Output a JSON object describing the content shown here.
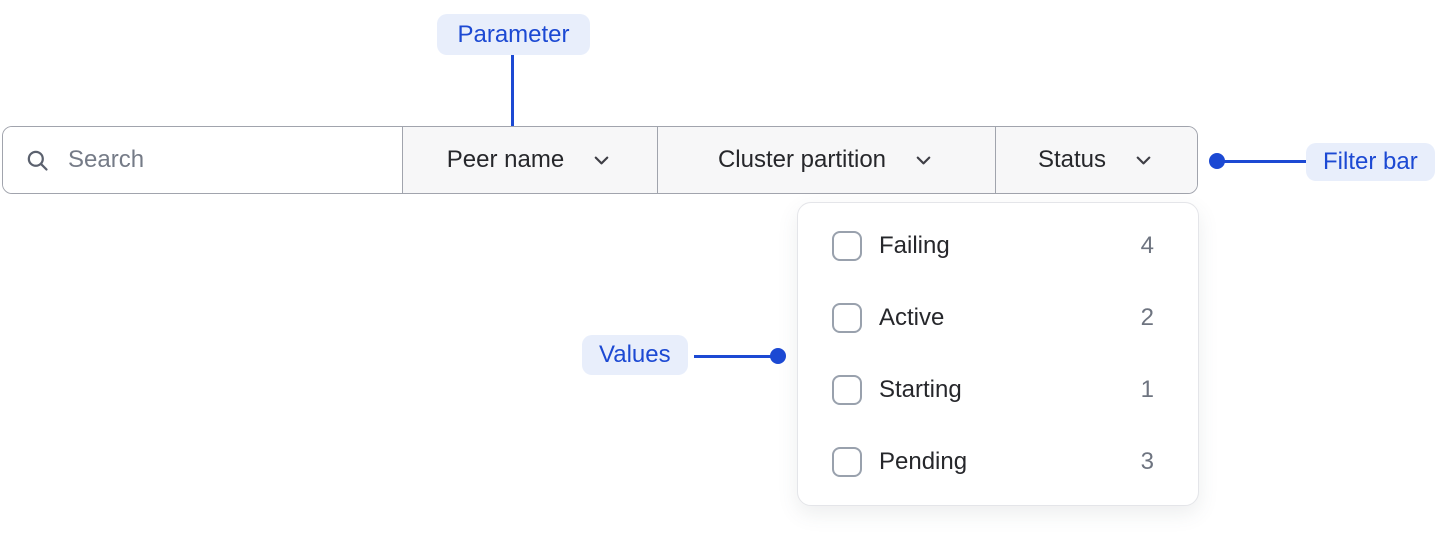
{
  "annotations": {
    "parameter": {
      "label": "Parameter"
    },
    "filter_bar": {
      "label": "Filter bar"
    },
    "values": {
      "label": "Values"
    },
    "accent_color": "#1c49d3",
    "badge_bg": "#e8eefb"
  },
  "filter_bar": {
    "search": {
      "placeholder": "Search",
      "value": ""
    },
    "dropdowns": [
      {
        "label": "Peer name"
      },
      {
        "label": "Cluster partition"
      },
      {
        "label": "Status",
        "expanded": true
      }
    ]
  },
  "status_dropdown": {
    "options": [
      {
        "label": "Failing",
        "count": "4",
        "checked": false
      },
      {
        "label": "Active",
        "count": "2",
        "checked": false
      },
      {
        "label": "Starting",
        "count": "1",
        "checked": false
      },
      {
        "label": "Pending",
        "count": "3",
        "checked": false
      }
    ]
  }
}
